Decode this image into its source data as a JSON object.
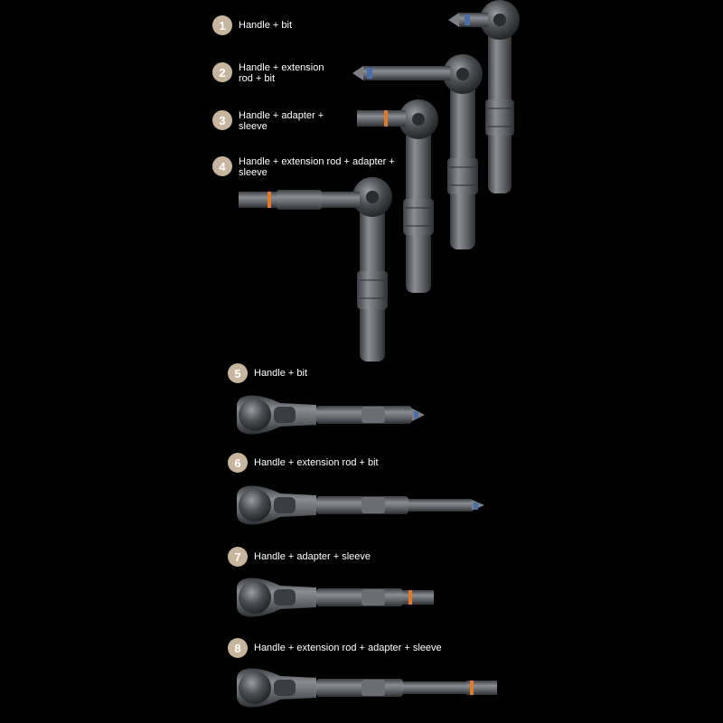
{
  "steps": [
    {
      "num": "1",
      "text": "Handle + bit"
    },
    {
      "num": "2",
      "text": "Handle + extension rod + bit"
    },
    {
      "num": "3",
      "text": "Handle + adapter + sleeve"
    },
    {
      "num": "4",
      "text": "Handle + extension rod + adapter + sleeve"
    },
    {
      "num": "5",
      "text": "Handle + bit"
    },
    {
      "num": "6",
      "text": "Handle + extension rod + bit"
    },
    {
      "num": "7",
      "text": "Handle + adapter + sleeve"
    },
    {
      "num": "8",
      "text": "Handle + extension rod + adapter + sleeve"
    }
  ],
  "colors": {
    "background": "#000000",
    "badge": "#c8b59e",
    "metal": "#5a5e63",
    "accent_orange": "#e07a2a",
    "accent_blue": "#4a6ea8"
  },
  "icons": [
    "ratchet-screwdriver-icon"
  ]
}
